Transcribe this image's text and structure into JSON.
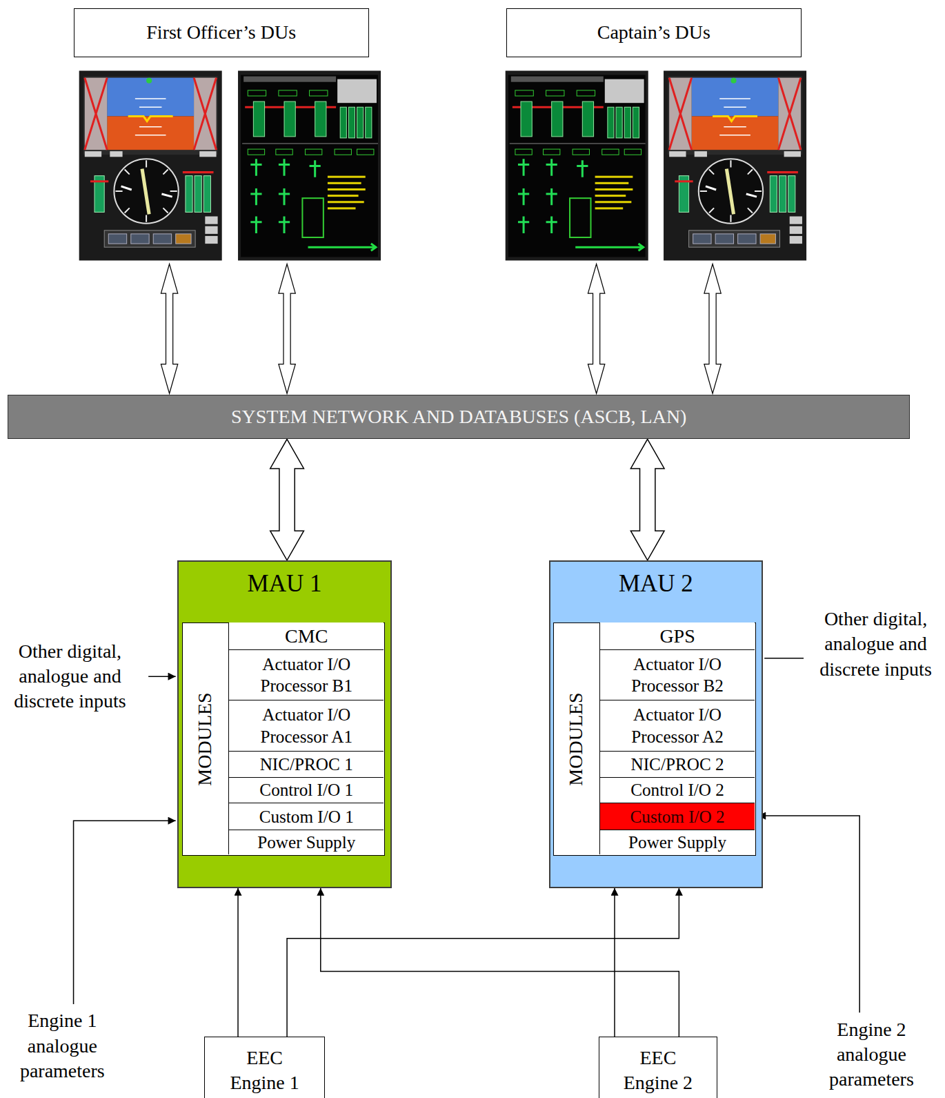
{
  "diagram": {
    "nodes": [
      {
        "text": [
          "First Officer’s DUs"
        ]
      },
      {
        "text": [
          "Captain’s DUs"
        ]
      },
      {
        "text": [
          "SYSTEM NETWORK AND DATABUSES (ASCB, LAN)"
        ]
      },
      {
        "text": [
          "MAU 1"
        ]
      },
      {
        "text": [
          "MODULES"
        ],
        "in": 3
      },
      {
        "text": [
          "CMC"
        ],
        "in": 4
      },
      {
        "text": [
          "Actuator I/O Processor B1"
        ],
        "in": 4
      },
      {
        "text": [
          "Actuator I/O Processor A1"
        ],
        "in": 4
      },
      {
        "text": [
          "NIC/PROC 1"
        ],
        "in": 4
      },
      {
        "text": [
          "Control I/O 1"
        ],
        "in": 4
      },
      {
        "text": [
          "Custom I/O 1"
        ],
        "in": 4
      },
      {
        "text": [
          "Power Supply"
        ],
        "in": 4
      },
      {
        "text": [
          "MAU 2"
        ]
      },
      {
        "text": [
          "MODULES"
        ],
        "in": 12
      },
      {
        "text": [
          "GPS"
        ],
        "in": 13
      },
      {
        "text": [
          "Actuator I/O Processor B2"
        ],
        "in": 13
      },
      {
        "text": [
          "Actuator I/O Processor A2"
        ],
        "in": 13
      },
      {
        "text": [
          "NIC/PROC 2"
        ],
        "in": 13
      },
      {
        "text": [
          "Control I/O 2"
        ],
        "in": 13
      },
      {
        "text": [
          "Custom I/O 2"
        ],
        "in": 13
      },
      {
        "text": [
          "Power Supply"
        ],
        "in": 13
      },
      {
        "text": [
          "EEC Engine 1"
        ]
      },
      {
        "text": [
          "EEC Engine 2"
        ]
      }
    ],
    "edges": [
      {
        "from": 2,
        "to": 3,
        "arrow": "both"
      },
      {
        "from": 2,
        "to": 12,
        "arrow": "both"
      },
      {
        "from": 21,
        "to": 3,
        "arrow": "to"
      },
      {
        "from": 21,
        "to": 12,
        "arrow": "to"
      },
      {
        "from": 22,
        "to": 12,
        "arrow": "to"
      },
      {
        "from": 22,
        "to": 3,
        "arrow": "to"
      }
    ],
    "labels": [
      "Other digital, analogue and discrete inputs",
      "Other digital, analogue and discrete inputs",
      "Engine 1 analogue parameters",
      "Engine 2 analogue parameters"
    ]
  }
}
